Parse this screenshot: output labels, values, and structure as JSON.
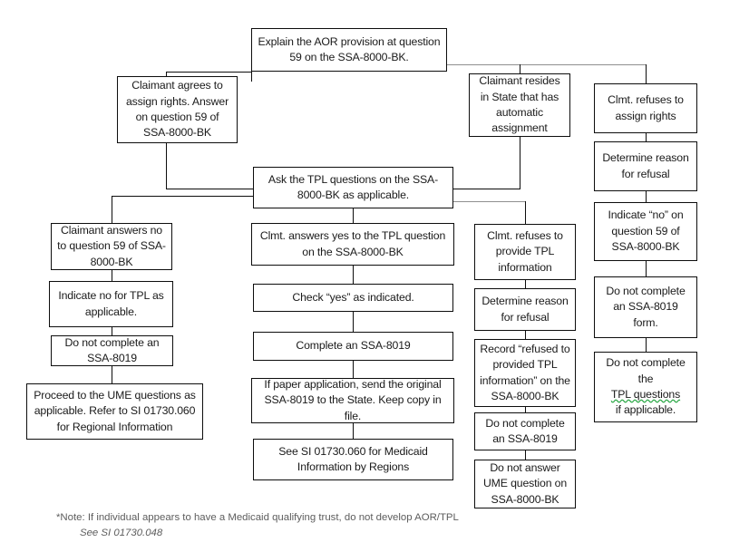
{
  "document": {
    "title": "AOR/TPL Development Flowchart",
    "type": "flowchart",
    "background_color": "#ffffff",
    "border_color": "#0d0d0d",
    "text_color": "#1a1a1a",
    "footnote_color": "#5d5d5d",
    "spellcheck_underline_color": "#2faa4a"
  },
  "nodes": {
    "root": "Explain the AOR provision at question 59 on the SSA-8000-BK.",
    "branch_agrees": "Claimant agrees to assign rights.  Answer on question 59 of SSA-8000-BK",
    "branch_auto_state": "Claimant resides in State that has automatic assignment",
    "branch_refuses_assign": "Clmt. refuses to assign rights",
    "ask_tpl": "Ask the TPL questions on the SSA-8000-BK as applicable.",
    "refuse_determine_reason": "Determine reason for refusal",
    "refuse_indicate_no": "Indicate “no” on question 59 of SSA-8000-BK",
    "refuse_no_8019": "Do not complete an SSA-8019 form.",
    "refuse_no_tpl_pre": "Do not complete the ",
    "refuse_no_tpl_flagged": "TPL questions",
    "refuse_no_tpl_post": " if applicable.",
    "left_answers_no": "Claimant answers no to question 59 of SSA-8000-BK",
    "left_indicate_no_tpl": "Indicate no for TPL as applicable.",
    "left_no_8019": "Do not complete an SSA-8019",
    "left_ume": "Proceed to the UME questions as applicable. Refer to SI 01730.060 for Regional Information",
    "mid_answers_yes": "Clmt. answers yes to the TPL question on the SSA-8000-BK",
    "mid_check_yes": "Check “yes” as indicated.",
    "mid_complete_8019": "Complete an SSA-8019",
    "mid_paper_app": "If paper application, send the original SSA-8019 to the State. Keep copy in file.",
    "mid_see_si": "See SI 01730.060 for Medicaid Information by Regions",
    "right_refuses_tpl": "Clmt. refuses to provide TPL information",
    "right_determine_reason": "Determine reason for refusal",
    "right_record_refused": "Record “refused to provided TPL information” on the SSA-8000-BK",
    "right_no_8019": "Do not complete an SSA-8019",
    "right_no_ume": "Do not answer UME question on SSA-8000-BK"
  },
  "footnote": {
    "line1": "*Note: If individual appears to have a  Medicaid qualifying trust, do not develop AOR/TPL",
    "line2": "See SI 01730.048"
  }
}
